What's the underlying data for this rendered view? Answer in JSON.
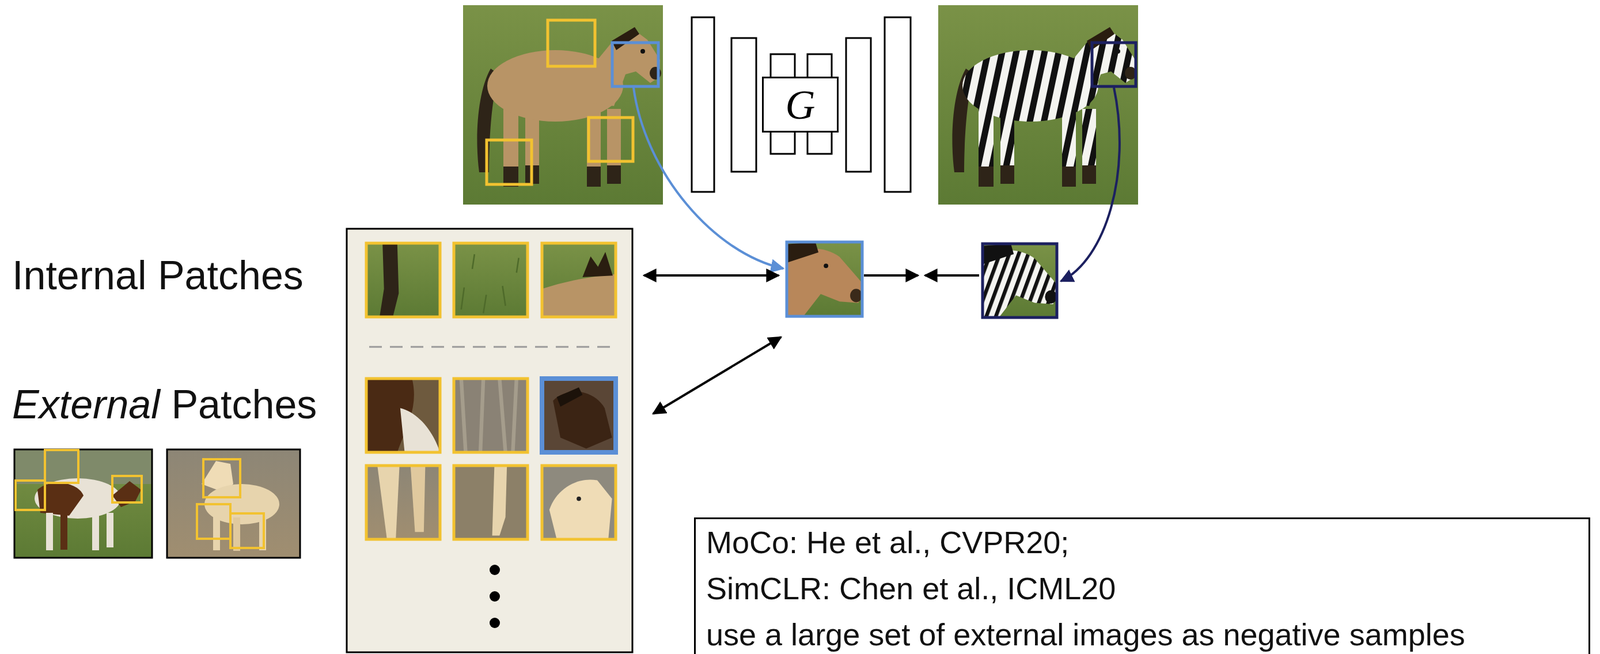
{
  "diagram": {
    "nodes": [
      {
        "text": [
          "G"
        ]
      },
      {
        "text": [
          "MoCo: He et al., CVPR20;",
          "SimCLR: Chen et al., ICML20",
          "use a large set of external images as negative samples"
        ]
      }
    ],
    "labels": [
      "Internal Patches",
      "External",
      "Patches"
    ]
  }
}
